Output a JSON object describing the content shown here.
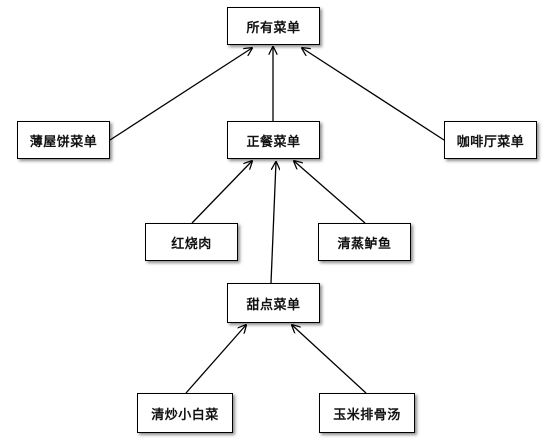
{
  "diagram": {
    "nodes": {
      "all_menus": "所有菜单",
      "pancake_menu": "薄屋饼菜单",
      "main_menu": "正餐菜单",
      "cafe_menu": "咖啡厅菜单",
      "braised_pork": "红烧肉",
      "steamed_bass": "清蒸鲈鱼",
      "dessert_menu": "甜点菜单",
      "stir_fried_cabbage": "清炒小白菜",
      "corn_rib_soup": "玉米排骨汤"
    },
    "edges": [
      [
        "pancake_menu",
        "all_menus"
      ],
      [
        "main_menu",
        "all_menus"
      ],
      [
        "cafe_menu",
        "all_menus"
      ],
      [
        "braised_pork",
        "main_menu"
      ],
      [
        "steamed_bass",
        "main_menu"
      ],
      [
        "dessert_menu",
        "main_menu"
      ],
      [
        "stir_fried_cabbage",
        "dessert_menu"
      ],
      [
        "corn_rib_soup",
        "dessert_menu"
      ]
    ]
  }
}
